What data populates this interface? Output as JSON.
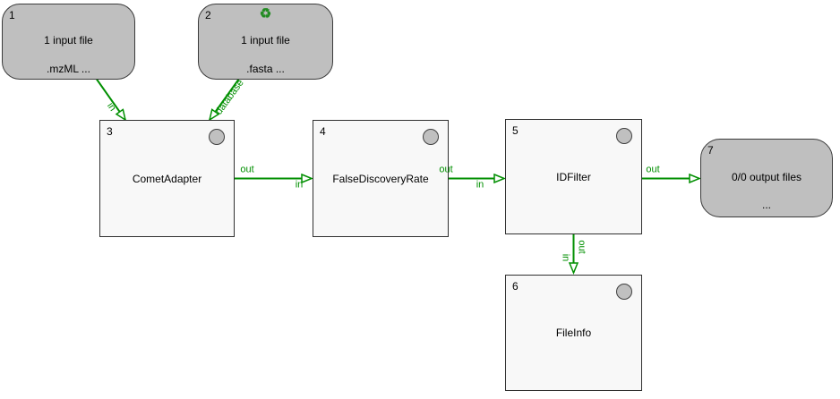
{
  "canvas": {
    "description": "workflow pipeline canvas"
  },
  "colors": {
    "edge_green": "#008f00",
    "io_node_fill": "#bfbfbf",
    "tool_node_fill": "#f8f8f8",
    "border_dark": "#3a3a3a",
    "recycle_green": "#228b22",
    "status_circle_fill": "#c0c0c0"
  },
  "icons": {
    "recycle": "♻",
    "status_circle": "status-indicator"
  },
  "nodes": {
    "n1": {
      "number": "1",
      "type": "input file list",
      "line1": "1 input file",
      "line2": ".mzML ..."
    },
    "n2": {
      "number": "2",
      "type": "input file list",
      "line1": "1 input file",
      "line2": ".fasta ...",
      "recycler_enabled": true
    },
    "n3": {
      "number": "3",
      "type": "tool",
      "title": "CometAdapter"
    },
    "n4": {
      "number": "4",
      "type": "tool",
      "title": "FalseDiscoveryRate"
    },
    "n5": {
      "number": "5",
      "type": "tool",
      "title": "IDFilter"
    },
    "n6": {
      "number": "6",
      "type": "tool",
      "title": "FileInfo"
    },
    "n7": {
      "number": "7",
      "type": "output file list",
      "line1": "0/0 output files",
      "line2": "..."
    }
  },
  "edges": {
    "e13": {
      "from": "1",
      "to": "3",
      "label_in": "in"
    },
    "e23": {
      "from": "2",
      "to": "3",
      "label_in": "database"
    },
    "e34": {
      "from": "3",
      "to": "4",
      "label_out": "out",
      "label_in": "in"
    },
    "e45": {
      "from": "4",
      "to": "5",
      "label_out": "out",
      "label_in": "in"
    },
    "e56": {
      "from": "5",
      "to": "6",
      "label_out": "out",
      "label_in": "in"
    },
    "e57": {
      "from": "5",
      "to": "7",
      "label_out": "out"
    }
  }
}
